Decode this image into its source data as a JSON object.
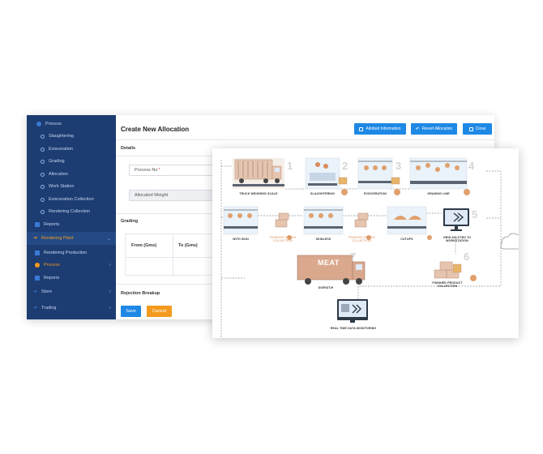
{
  "sidebar": {
    "items": [
      {
        "label": "Process",
        "icon": "gear-icon"
      },
      {
        "label": "Slaughtering",
        "icon": "circle-icon"
      },
      {
        "label": "Evisceration",
        "icon": "circle-icon"
      },
      {
        "label": "Grading",
        "icon": "circle-icon"
      },
      {
        "label": "Allocation",
        "icon": "circle-icon"
      },
      {
        "label": "Work Station",
        "icon": "circle-icon"
      },
      {
        "label": "Evisceration Collection",
        "icon": "circle-icon"
      },
      {
        "label": "Rendering Collection",
        "icon": "circle-icon"
      },
      {
        "label": "Reports",
        "icon": "grid-icon"
      },
      {
        "label": "Rendering Plant",
        "icon": "arrow-icon"
      },
      {
        "label": "Rendering Production",
        "icon": "grid-icon"
      },
      {
        "label": "Process",
        "icon": "gear-icon"
      },
      {
        "label": "Reports",
        "icon": "grid-icon"
      },
      {
        "label": "Store",
        "icon": "arrow-icon"
      },
      {
        "label": "Trading",
        "icon": "arrow-icon"
      }
    ]
  },
  "header": {
    "title": "Create New Allocation",
    "buttons": {
      "allotted": "Allotted Information",
      "revert": "Revert Allocation",
      "close": "Close"
    }
  },
  "details": {
    "heading": "Details",
    "process_label": "Process No",
    "required_mark": "*",
    "allocated_weight_label": "Allocated Weight"
  },
  "grading": {
    "heading": "Grading",
    "columns": [
      "From (Gms)",
      "To (Gms)"
    ]
  },
  "rejection": {
    "heading": "Rejection Breakup"
  },
  "actions": {
    "save": "Save",
    "cancel": "Cancel"
  },
  "diagram": {
    "stations": [
      {
        "label": "TRUCK WEIGHING SCALE",
        "number": "1"
      },
      {
        "label": "SLAUGHTERING",
        "number": "2"
      },
      {
        "label": "EVISCERATION",
        "number": "3"
      },
      {
        "label": "GRADING LINE",
        "number": "4"
      },
      {
        "label": "GRID ALLOTED TO WORKSTATION",
        "number": "5"
      },
      {
        "label": "FINISHED PRODUCT COLLECTION",
        "number": "6"
      },
      {
        "label": "DISPATCH",
        "number": "7"
      }
    ],
    "labels": {
      "with_skin": "WITH SKIN",
      "finished_goods_1": "FINISHED GOODS COLLECTION",
      "skinless": "SKINLESS",
      "finished_goods_2": "FINISHED GOODS COLLECTION",
      "cutups": "CUTUPS",
      "meat": "MEAT",
      "monitoring": "REAL TIME DATA MONITORING"
    },
    "colors": {
      "accent": "#d98c5c",
      "conveyor": "#5b6470",
      "screen_bg": "#dfe9f7",
      "truck": "#e5c4b0"
    }
  },
  "colors": {
    "sidebar_bg": "#1c3c72",
    "primary_button": "#1e88e5",
    "cancel_button": "#f39a1e",
    "active_text": "#f39a1e"
  }
}
